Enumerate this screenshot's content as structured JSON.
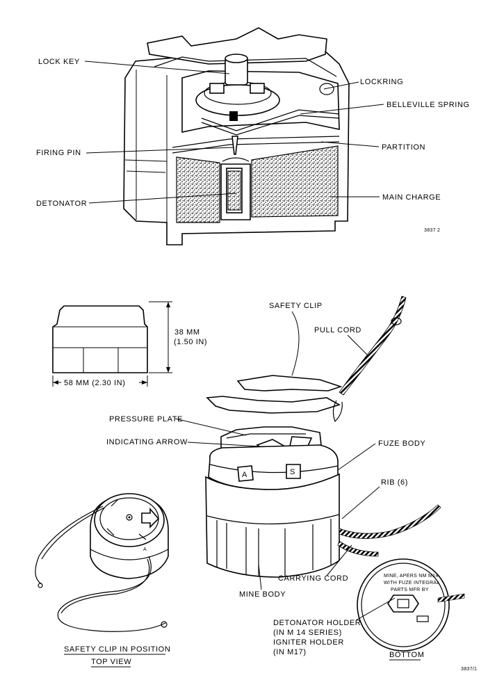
{
  "cutaway": {
    "labels": {
      "lock_key": "LOCK KEY",
      "lockring": "LOCKRING",
      "belleville_spring": "BELLEVILLE SPRING",
      "firing_pin": "FIRING PIN",
      "partition": "PARTITION",
      "detonator": "DETONATOR",
      "main_charge": "MAIN CHARGE"
    },
    "figure_number": "3837 2"
  },
  "dimensions": {
    "height": "38 MM",
    "height_in": "(1.50 IN)",
    "width": "58 MM (2.30 IN)"
  },
  "main_view": {
    "labels": {
      "safety_clip": "SAFETY CLIP",
      "pull_cord": "PULL CORD",
      "pressure_plate": "PRESSURE PLATE",
      "indicating_arrow": "INDICATING ARROW",
      "fuze_body": "FUZE BODY",
      "rib": "RIB (6)",
      "carrying_cord": "CARRYING CORD",
      "mine_body": "MINE BODY"
    },
    "markers": {
      "a": "A",
      "s": "S"
    }
  },
  "top_view": {
    "title_line1": "SAFETY CLIP IN POSITION",
    "title_line2": "TOP VIEW",
    "marker": "A"
  },
  "bottom_view": {
    "label": "BOTTOM",
    "plate_line1": "MINE, APERS NM M14",
    "plate_line2": "WITH FUZE INTEGRAL",
    "plate_line3": "PARTS MFR BY",
    "holder_line1": "DETONATOR HOLDER",
    "holder_line2": "(IN M 14 SERIES)",
    "holder_line3": "IGNITER HOLDER",
    "holder_line4": "(IN M17)"
  },
  "figure_number_2": "3837/1"
}
